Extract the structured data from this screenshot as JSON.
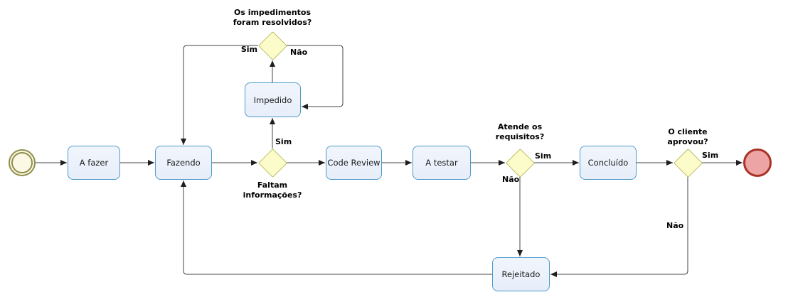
{
  "diagram": {
    "type": "flowchart",
    "language": "pt-BR",
    "nodes": {
      "start": {
        "shape": "start-event-double-circle"
      },
      "a_fazer": {
        "label": "A fazer"
      },
      "fazendo": {
        "label": "Fazendo"
      },
      "impedido": {
        "label": "Impedido"
      },
      "code_review": {
        "label": "Code Review"
      },
      "a_testar": {
        "label": "A testar"
      },
      "concluido": {
        "label": "Concluído"
      },
      "rejeitado": {
        "label": "Rejeitado"
      },
      "end": {
        "shape": "end-event-circle"
      }
    },
    "decisions": {
      "impedimentos": {
        "question": "Os impedimentos\nforam resolvidos?",
        "yes_label": "Sim",
        "no_label": "Não"
      },
      "faltam": {
        "question": "Faltam\ninformações?",
        "yes_label": "Sim"
      },
      "atende": {
        "question": "Atende os\nrequisitos?",
        "yes_label": "Sim",
        "no_label": "Não"
      },
      "cliente": {
        "question": "O cliente\naprovou?",
        "yes_label": "Sim",
        "no_label": "Não"
      }
    },
    "colors": {
      "background": "#FFFFFF",
      "task_fill": "#E9EFFB",
      "task_border": "#4E9ACA",
      "decision_fill": "#FCFCCB",
      "decision_border": "#BDBD62",
      "start_fill": "#FCF8E6",
      "start_border": "#8F8F4B",
      "end_fill": "#ECA4A4",
      "end_border": "#A93226",
      "connector": "#454545"
    }
  }
}
